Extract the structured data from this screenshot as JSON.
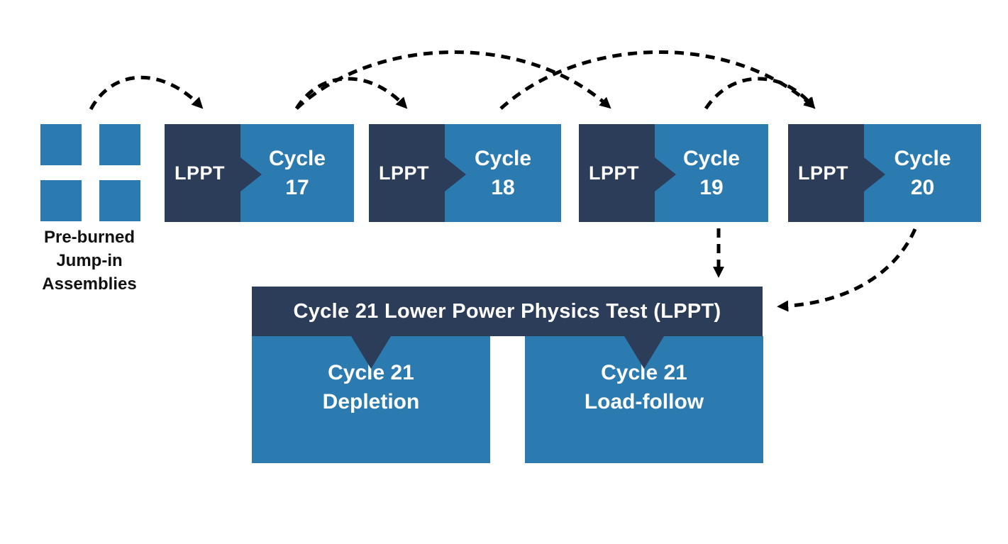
{
  "pre_burned": {
    "label_lines": [
      "Pre-burned",
      "Jump-in",
      "Assemblies"
    ]
  },
  "cycles": [
    {
      "lppt_label": "LPPT",
      "cycle_word": "Cycle",
      "cycle_number": "17"
    },
    {
      "lppt_label": "LPPT",
      "cycle_word": "Cycle",
      "cycle_number": "18"
    },
    {
      "lppt_label": "LPPT",
      "cycle_word": "Cycle",
      "cycle_number": "19"
    },
    {
      "lppt_label": "LPPT",
      "cycle_word": "Cycle",
      "cycle_number": "20"
    }
  ],
  "lppt_banner": {
    "title": "Cycle 21 Lower Power Physics Test (LPPT)"
  },
  "outcomes": [
    {
      "line1": "Cycle 21",
      "line2": "Depletion"
    },
    {
      "line1": "Cycle 21",
      "line2": "Load-follow"
    }
  ],
  "colors": {
    "dark_navy": "#2b3d59",
    "steel_blue": "#2b7bb0",
    "arrow": "#000000"
  }
}
